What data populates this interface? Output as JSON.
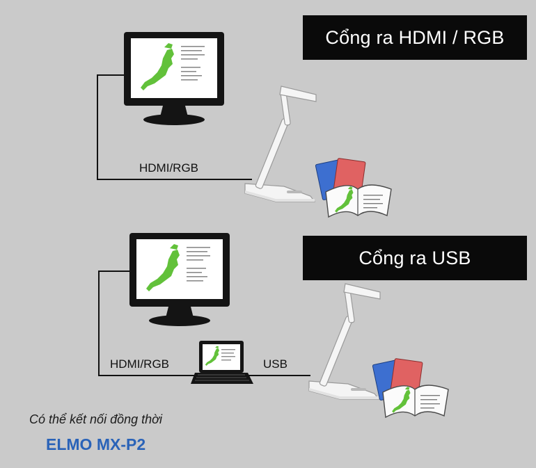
{
  "section_top": {
    "title": "Cổng ra HDMI / RGB",
    "cable_label": "HDMI/RGB"
  },
  "section_bottom": {
    "title": "Cổng ra USB",
    "cable_label_left": "HDMI/RGB",
    "cable_label_right": "USB"
  },
  "footer": {
    "note": "Có thể kết nối đồng thời",
    "model": "ELMO MX-P2"
  },
  "colors": {
    "background": "#cacaca",
    "banner": "#0a0a0a",
    "model_text": "#2a63b8",
    "map_green": "#62c13a"
  }
}
